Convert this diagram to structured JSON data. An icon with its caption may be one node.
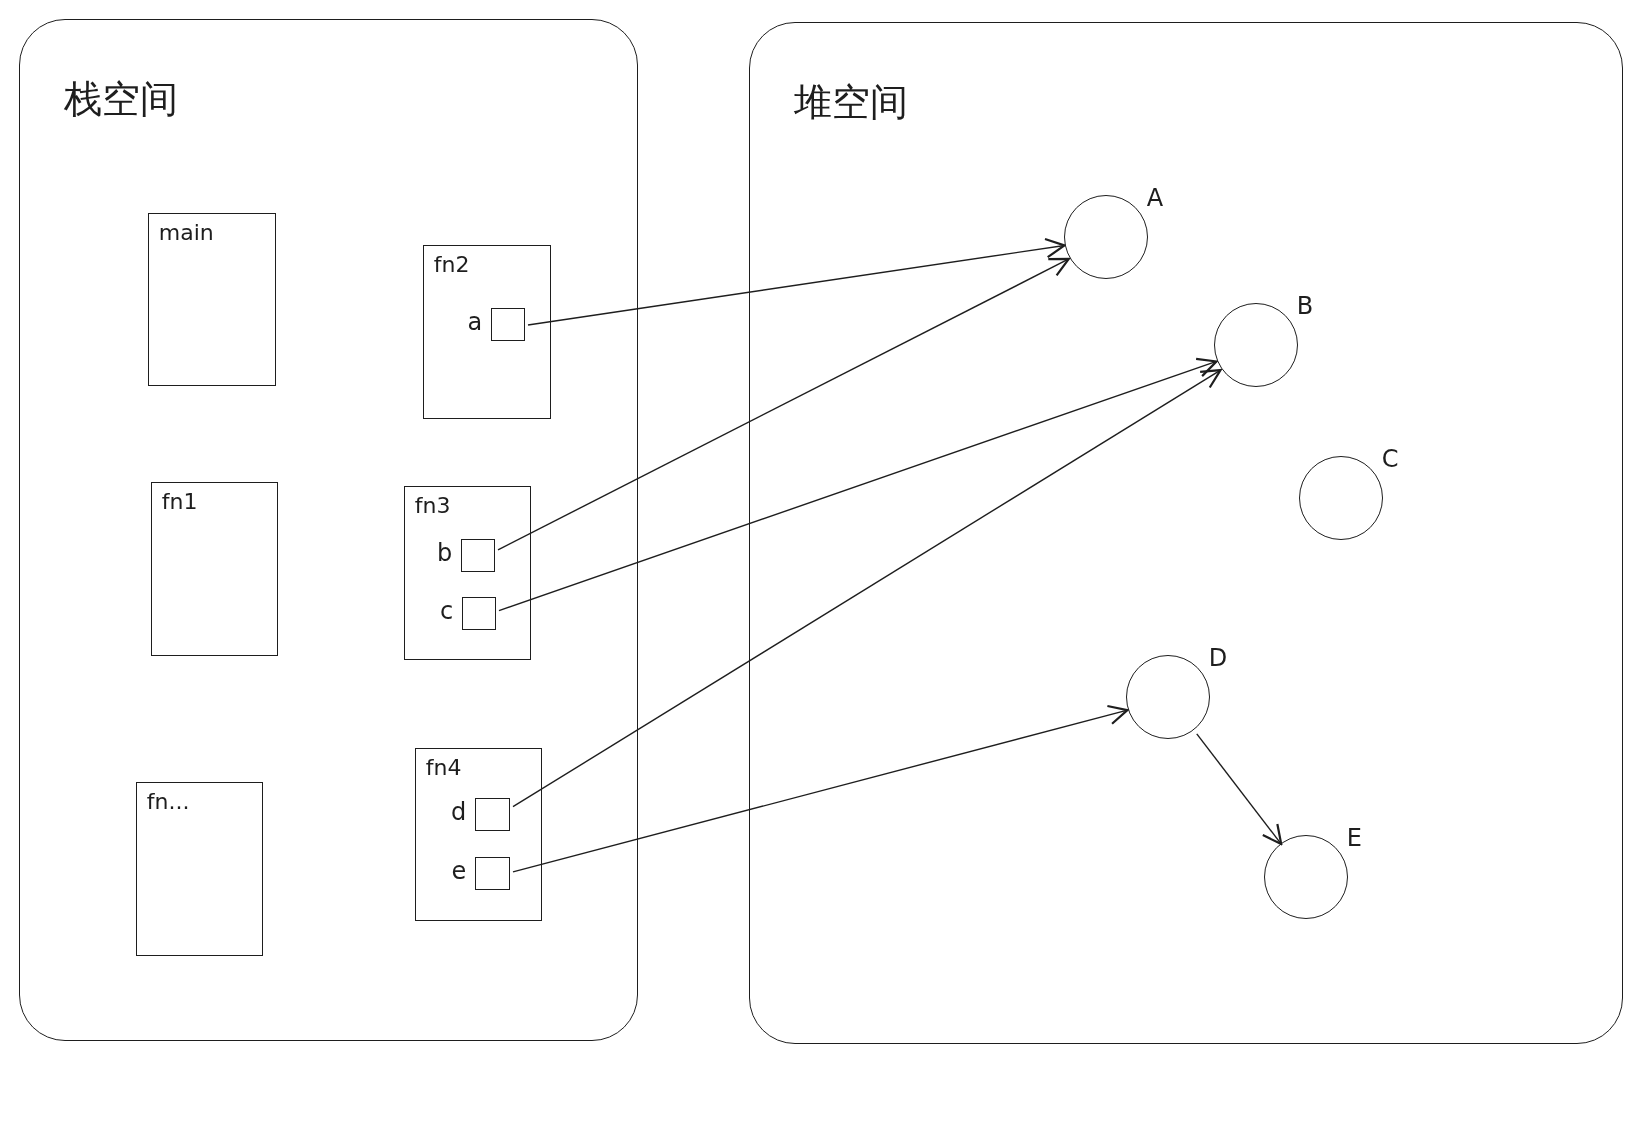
{
  "diagram": {
    "nodes": [
      {
        "text": [
          "栈空间"
        ]
      },
      {
        "text": [
          "堆空间"
        ]
      },
      {
        "text": [
          "main"
        ],
        "in": 0
      },
      {
        "text": [
          "fn1"
        ],
        "in": 0
      },
      {
        "text": [
          "fn..."
        ],
        "in": 0
      },
      {
        "text": [
          "fn2"
        ],
        "in": 0
      },
      {
        "text": [],
        "shape": "box",
        "in": 5,
        "beside": [
          "a"
        ]
      },
      {
        "text": [
          "fn3"
        ],
        "in": 0
      },
      {
        "text": [],
        "shape": "box",
        "in": 7,
        "beside": [
          "b"
        ]
      },
      {
        "text": [],
        "shape": "box",
        "in": 7,
        "beside": [
          "c"
        ]
      },
      {
        "text": [
          "fn4"
        ],
        "in": 0
      },
      {
        "text": [],
        "shape": "box",
        "in": 10,
        "beside": [
          "d"
        ]
      },
      {
        "text": [],
        "shape": "box",
        "in": 10,
        "beside": [
          "e"
        ]
      },
      {
        "text": [],
        "shape": "circle",
        "in": 1,
        "beside": [
          "A"
        ]
      },
      {
        "text": [],
        "shape": "circle",
        "in": 1,
        "beside": [
          "B"
        ]
      },
      {
        "text": [],
        "shape": "circle",
        "in": 1,
        "beside": [
          "C"
        ]
      },
      {
        "text": [],
        "shape": "circle",
        "in": 1,
        "beside": [
          "D"
        ]
      },
      {
        "text": [],
        "shape": "circle",
        "in": 1,
        "beside": [
          "E"
        ]
      }
    ],
    "edges": [
      {
        "from": 6,
        "to": 13,
        "arrow": "to"
      },
      {
        "from": 8,
        "to": 13,
        "arrow": "to"
      },
      {
        "from": 9,
        "to": 14,
        "arrow": "to"
      },
      {
        "from": 11,
        "to": 14,
        "arrow": "to"
      },
      {
        "from": 12,
        "to": 16,
        "arrow": "to"
      },
      {
        "from": 16,
        "to": 17,
        "arrow": "to"
      }
    ]
  }
}
